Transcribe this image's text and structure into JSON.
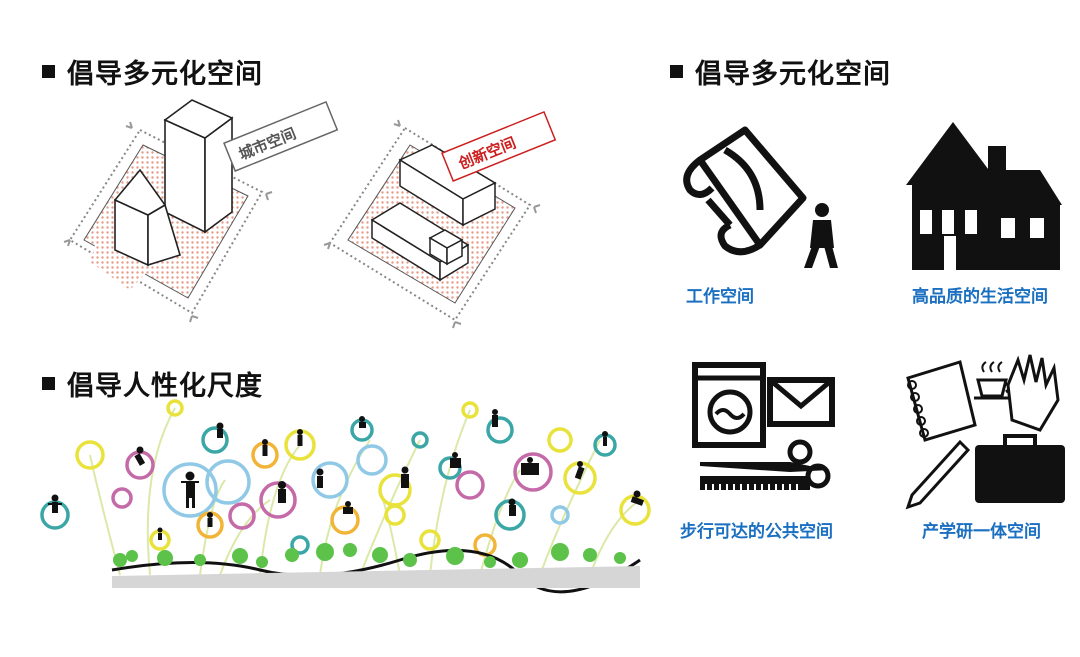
{
  "headings": {
    "left_top": "倡导多元化空间",
    "right_top": "倡导多元化空间",
    "left_bottom": "倡导人性化尺度"
  },
  "diagram_labels": {
    "urban_space": "城市空间",
    "innovation_space": "创新空间"
  },
  "icon_captions": {
    "work": "工作空间",
    "living": "高品质的生活空间",
    "public": "步行可达的公共空间",
    "research": "产学研一体空间"
  },
  "colors": {
    "caption_blue": "#1a6fc0",
    "accent_red": "#cc1f1f",
    "hatch_pink": "#f2b9a8",
    "bubble_yellow": "#e9e23a",
    "bubble_teal": "#3aa6a6",
    "bubble_pink": "#c56aa8",
    "bubble_blue": "#8fc9e6",
    "bubble_orange": "#f2b437",
    "tree_green": "#5cc24a"
  },
  "icons": [
    "work-icon",
    "living-icon",
    "public-icon",
    "research-icon"
  ]
}
